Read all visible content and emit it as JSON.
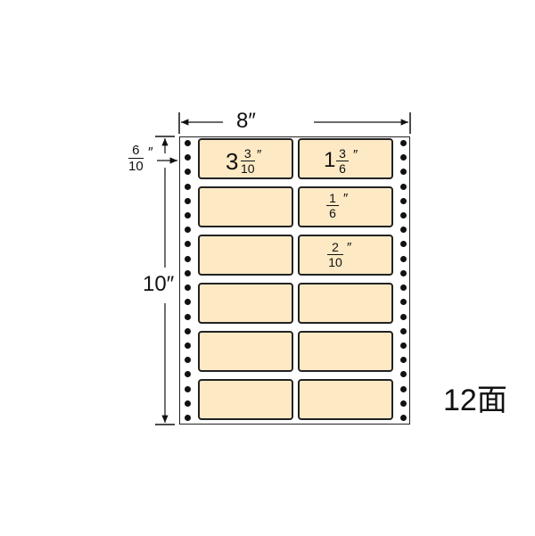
{
  "diagram": {
    "type": "continuous-form label sheet",
    "label_color": "#fde9c4",
    "outline_color": "#222222",
    "sheet": {
      "width_label": "8",
      "height_label": "10",
      "unit_mark": "″"
    },
    "top_margin": {
      "numerator": "6",
      "denominator": "10",
      "unit_mark": "″"
    },
    "label_width": {
      "whole": "3",
      "numerator": "3",
      "denominator": "10",
      "unit_mark": "″"
    },
    "label_height": {
      "whole": "1",
      "numerator": "3",
      "denominator": "6",
      "unit_mark": "″"
    },
    "vertical_gap": {
      "numerator": "1",
      "denominator": "6",
      "unit_mark": "″"
    },
    "horizontal_gap": {
      "numerator": "2",
      "denominator": "10",
      "unit_mark": "″"
    },
    "layout": {
      "rows": 6,
      "columns": 2
    },
    "count_label": "12面",
    "sprocket_holes_per_side": 20
  }
}
